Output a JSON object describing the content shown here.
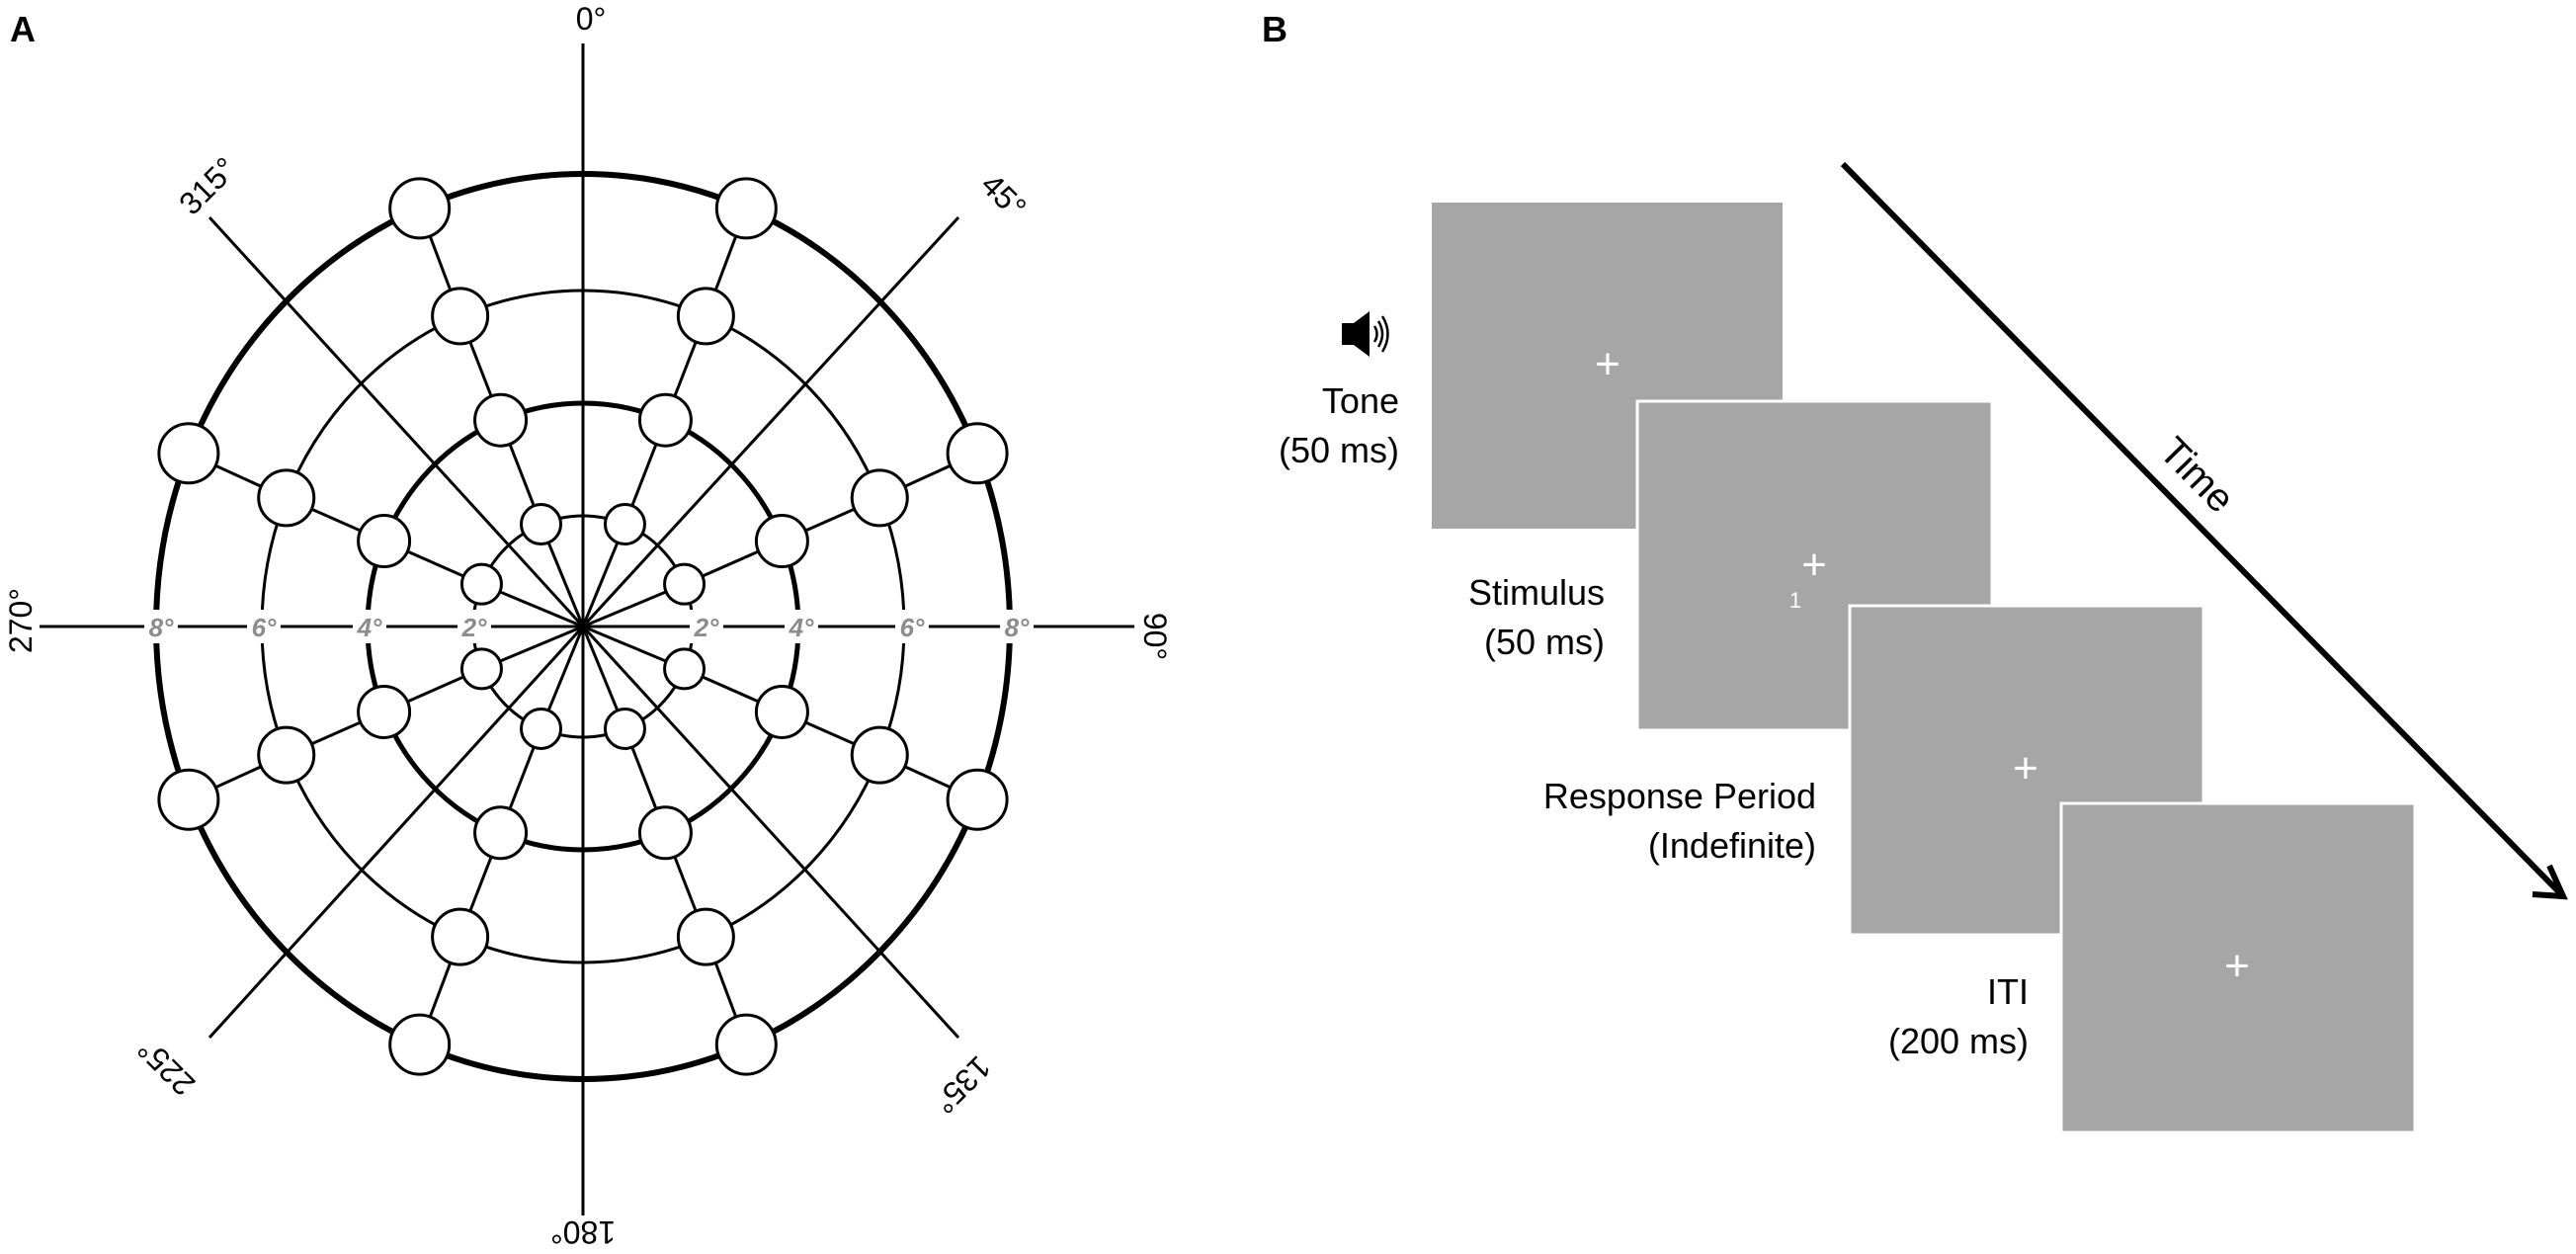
{
  "panel_a": {
    "letter": "A",
    "angle_labels": {
      "deg0": "0°",
      "deg45": "45°",
      "deg90": "90°",
      "deg135": "135°",
      "deg180": "180°",
      "deg225": "225°",
      "deg270": "270°",
      "deg315": "315°"
    },
    "eccentricity_labels": {
      "left": [
        "8°",
        "6°",
        "4°",
        "2°"
      ],
      "right": [
        "2°",
        "4°",
        "6°",
        "8°"
      ]
    },
    "colors": {
      "lines": "#000000",
      "eccentricity_text": "#8c8c8c",
      "circle_fill": "#ffffff"
    }
  },
  "panel_b": {
    "letter": "B",
    "speaker_icon": "speaker-icon",
    "steps": [
      {
        "name": "Tone",
        "duration": "(50 ms)",
        "fixation": "+",
        "extra": ""
      },
      {
        "name": "Stimulus",
        "duration": "(50 ms)",
        "fixation": "+",
        "extra": "1"
      },
      {
        "name": "Response Period",
        "duration": "(Indefinite)",
        "fixation": "+",
        "extra": ""
      },
      {
        "name": "ITI",
        "duration": "(200 ms)",
        "fixation": "+",
        "extra": ""
      }
    ],
    "time_label": "Time",
    "colors": {
      "screen": "#a6a6a6",
      "screen_border": "#ffffff",
      "fixation": "#ffffff"
    }
  }
}
